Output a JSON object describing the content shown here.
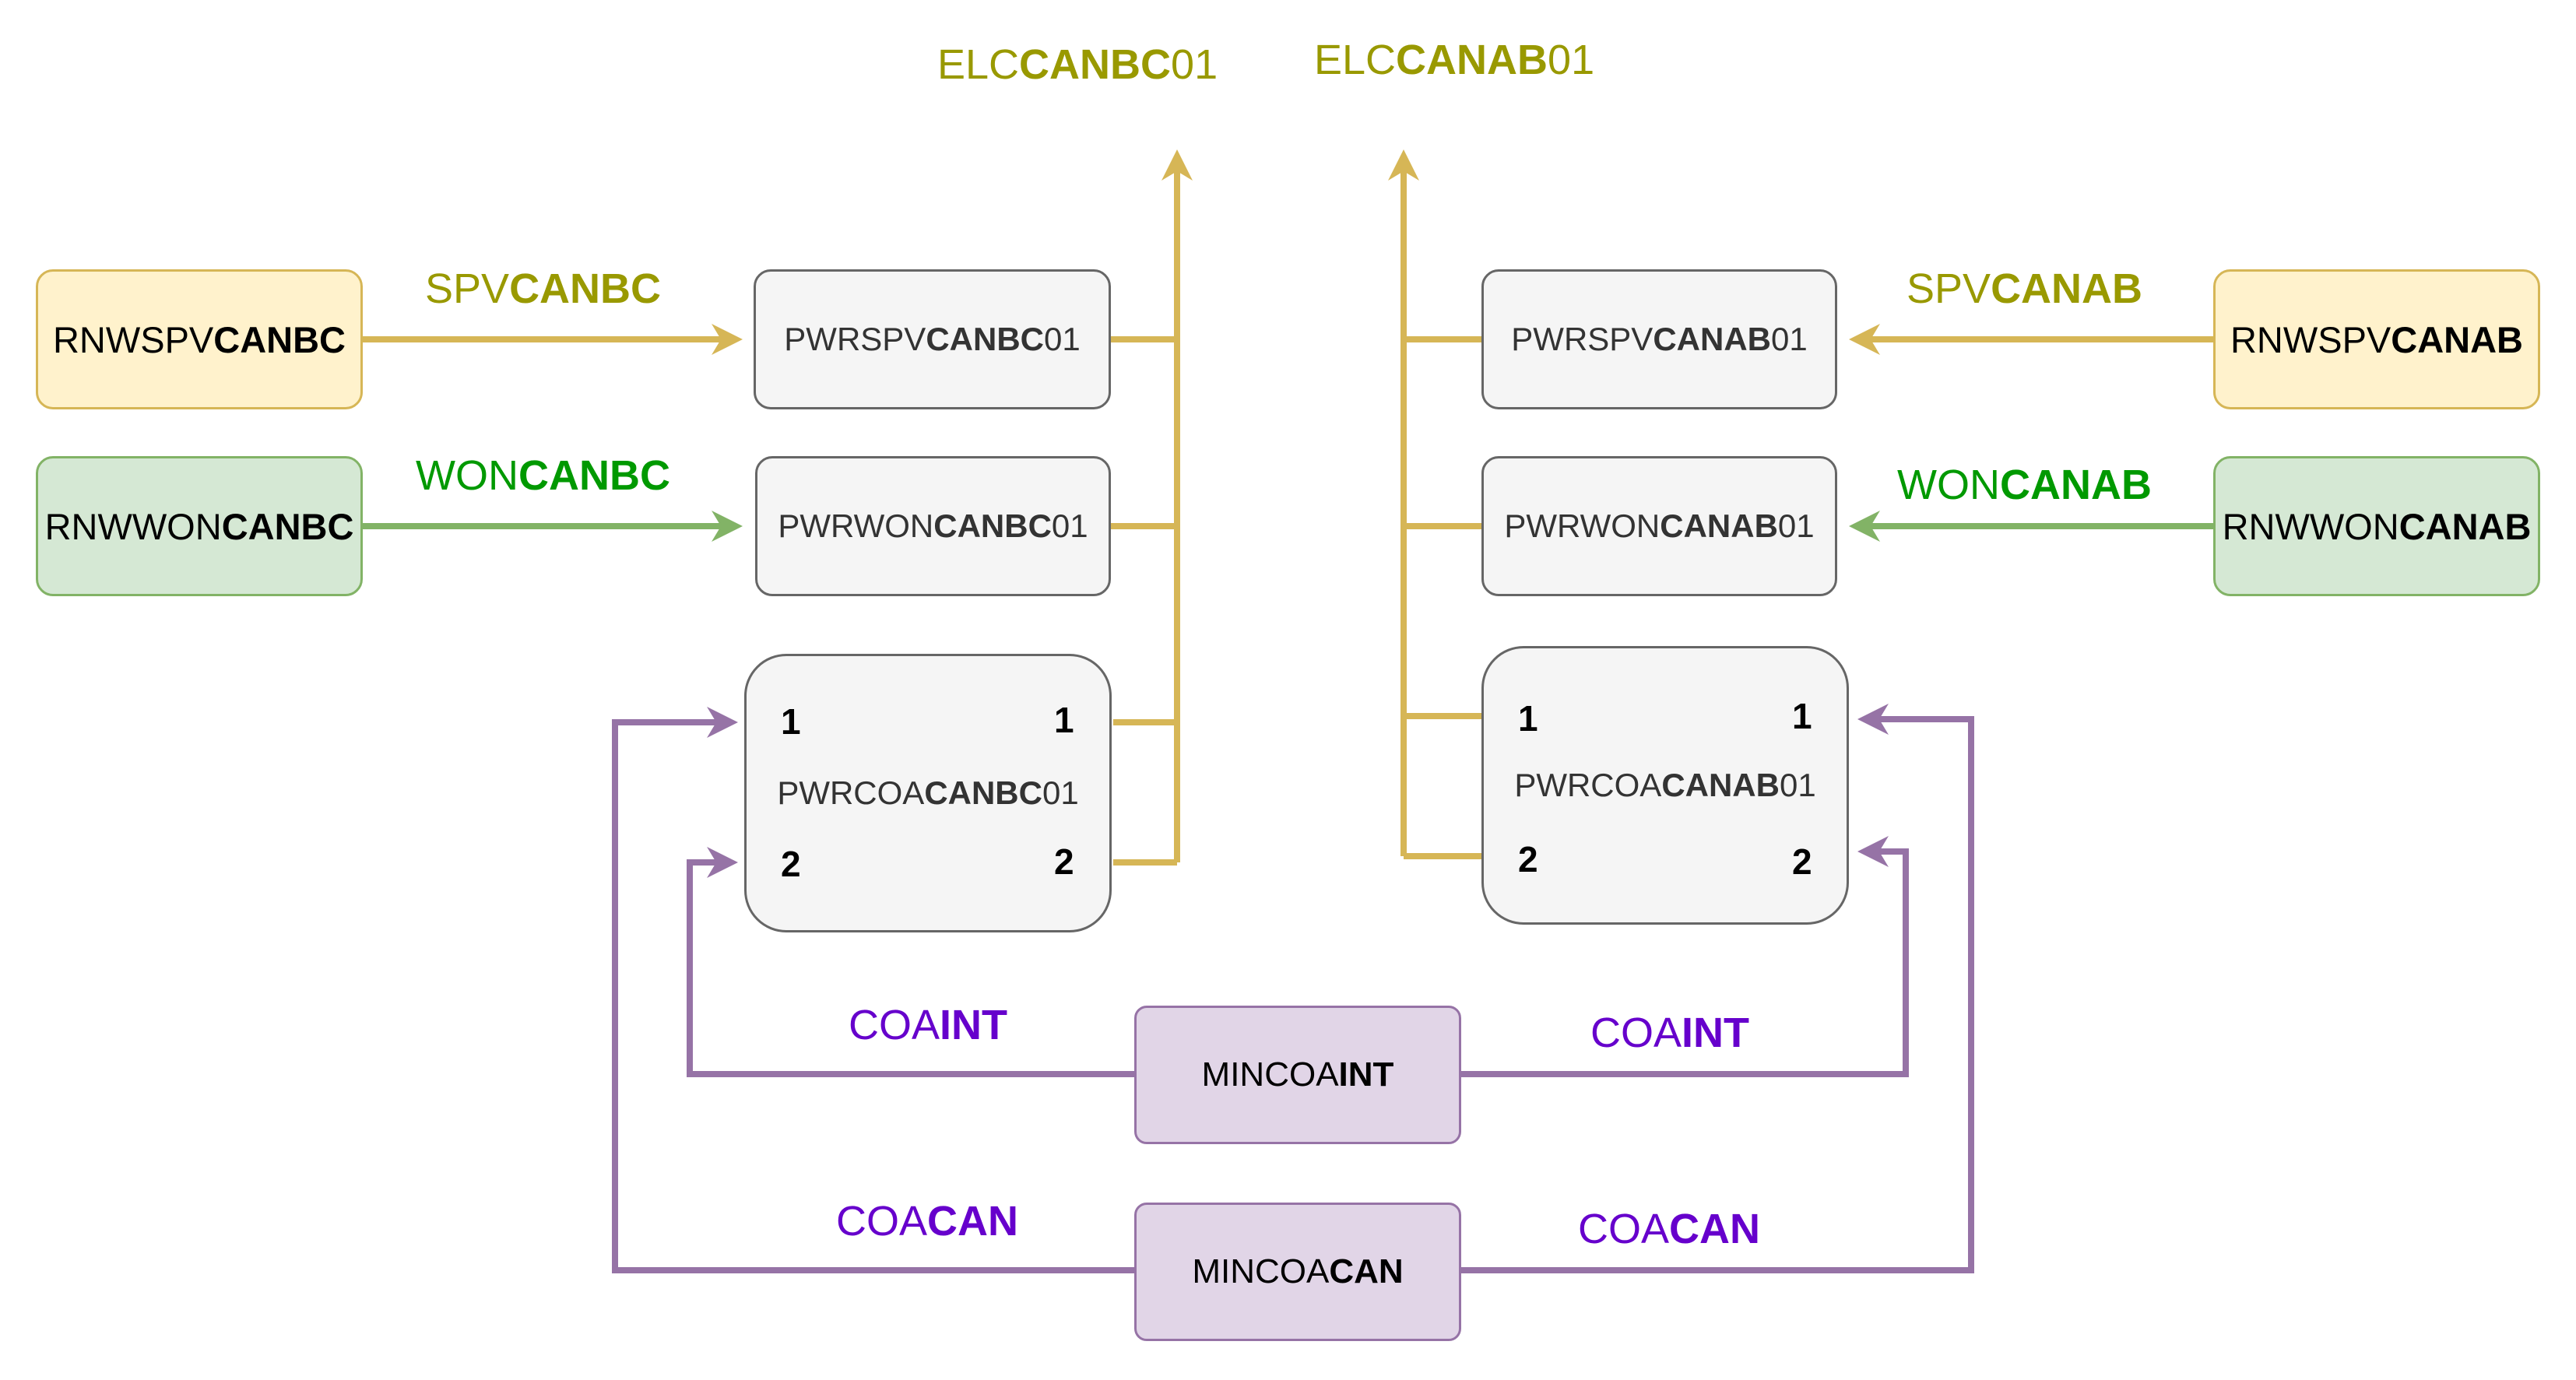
{
  "colors": {
    "olive_flow": "#d6b656",
    "green_flow": "#82b366",
    "purple_flow": "#9673a6",
    "olive_text": "#999900",
    "green_text": "#009900",
    "purple_text": "#6600cc"
  },
  "outputs": {
    "bc": {
      "plain": "ELC",
      "bold": "CANBC",
      "suffix": "01"
    },
    "ab": {
      "plain": "ELC",
      "bold": "CANAB",
      "suffix": "01"
    }
  },
  "sources": {
    "solar_bc": {
      "plain": "RNWSPV",
      "bold": "CANBC"
    },
    "wind_bc": {
      "plain": "RNWWON",
      "bold": "CANBC"
    },
    "solar_ab": {
      "plain": "RNWSPV",
      "bold": "CANAB"
    },
    "wind_ab": {
      "plain": "RNWWON",
      "bold": "CANAB"
    }
  },
  "commodities": {
    "spv_bc": {
      "plain": "SPV",
      "bold": "CANBC"
    },
    "won_bc": {
      "plain": "WON",
      "bold": "CANBC"
    },
    "spv_ab": {
      "plain": "SPV",
      "bold": "CANAB"
    },
    "won_ab": {
      "plain": "WON",
      "bold": "CANAB"
    },
    "coa_int_left": {
      "plain": "COA",
      "bold": "INT"
    },
    "coa_int_right": {
      "plain": "COA",
      "bold": "INT"
    },
    "coa_can_left": {
      "plain": "COA",
      "bold": "CAN"
    },
    "coa_can_right": {
      "plain": "COA",
      "bold": "CAN"
    }
  },
  "processes": {
    "pwrspv_bc": {
      "plain": "PWRSPV",
      "bold": "CANBC",
      "suffix": "01"
    },
    "pwrwon_bc": {
      "plain": "PWRWON",
      "bold": "CANBC",
      "suffix": "01"
    },
    "pwrcoa_bc": {
      "plain": "PWRCOA",
      "bold": "CANBC",
      "suffix": "01"
    },
    "pwrspv_ab": {
      "plain": "PWRSPV",
      "bold": "CANAB",
      "suffix": "01"
    },
    "pwrwon_ab": {
      "plain": "PWRWON",
      "bold": "CANAB",
      "suffix": "01"
    },
    "pwrcoa_ab": {
      "plain": "PWRCOA",
      "bold": "CANAB",
      "suffix": "01"
    }
  },
  "mines": {
    "int": {
      "plain": "MINCOA",
      "bold": "INT"
    },
    "can": {
      "plain": "MINCOA",
      "bold": "CAN"
    }
  },
  "ports": {
    "one": "1",
    "two": "2"
  }
}
